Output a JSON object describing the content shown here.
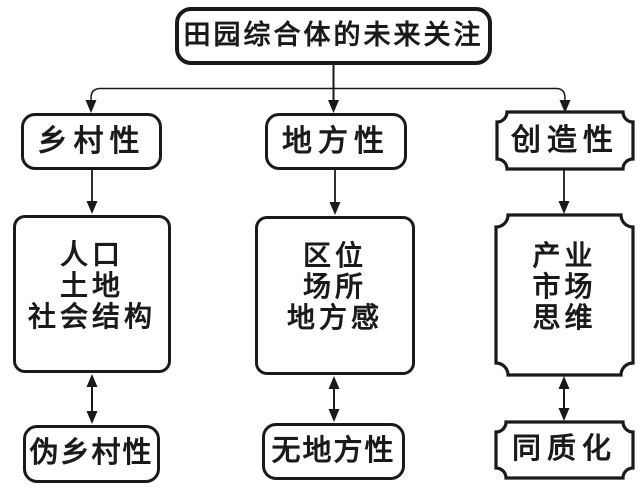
{
  "diagram": {
    "title": "田园综合体的未来关注",
    "columns": {
      "rurality": {
        "trait": "乡村性",
        "elements": [
          "人口",
          "土地",
          "社会结构"
        ],
        "negative": "伪乡村性"
      },
      "locality": {
        "trait": "地方性",
        "elements": [
          "区位",
          "场所",
          "地方感"
        ],
        "negative": "无地方性"
      },
      "creativity": {
        "trait": "创造性",
        "elements": [
          "产业",
          "市场",
          "思维"
        ],
        "negative": "同质化"
      }
    },
    "colors": {
      "line": "#1a1a1a",
      "box_fill": "#ffffff",
      "background": "#ffffff"
    }
  }
}
